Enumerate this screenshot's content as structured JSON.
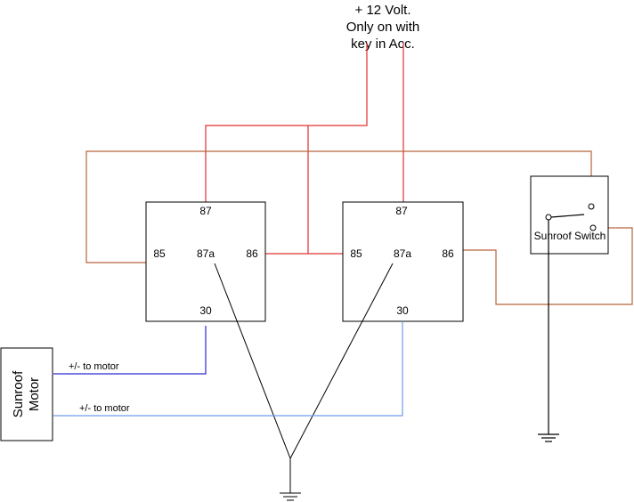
{
  "supply": {
    "line1": "+ 12 Volt.",
    "line2": "Only on with",
    "line3": "key in Acc."
  },
  "relay1": {
    "pin87": "87",
    "pin85": "85",
    "pin87a": "87a",
    "pin86": "86",
    "pin30": "30"
  },
  "relay2": {
    "pin87": "87",
    "pin85": "85",
    "pin87a": "87a",
    "pin86": "86",
    "pin30": "30"
  },
  "switch": {
    "label": "Sunroof Switch"
  },
  "motor": {
    "line1": "Sunroof",
    "line2": "Motor"
  },
  "wires": {
    "motor_lead_1": "+/- to motor",
    "motor_lead_2": "+/- to motor"
  },
  "colors": {
    "power": "#e03030",
    "control": "#b8643c",
    "motor_1": "#2a2ad0",
    "motor_2": "#6f9ee8",
    "ground": "#000000"
  }
}
